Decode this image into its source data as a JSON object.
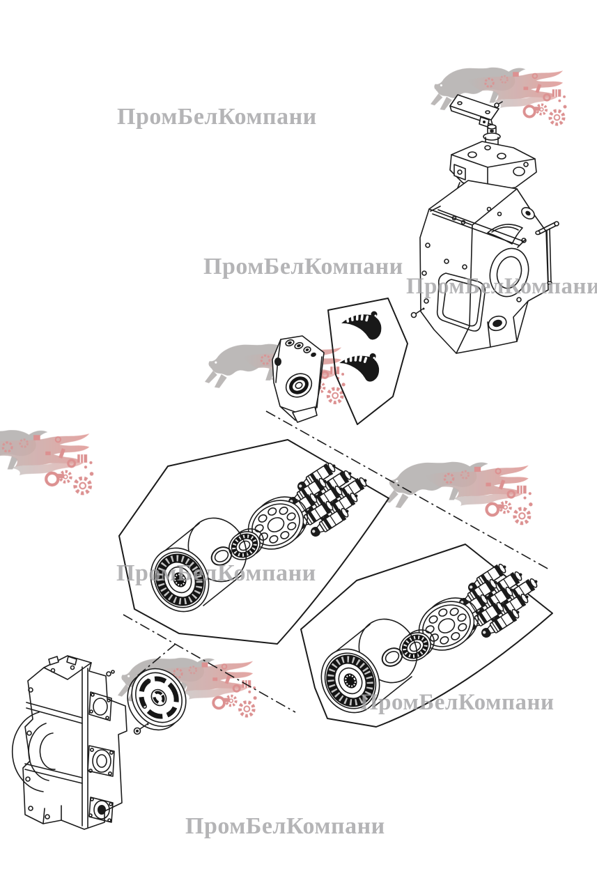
{
  "page": {
    "background": "#ffffff",
    "kind": "exploded-view-parts-diagram"
  },
  "watermark": {
    "text": "ПромБелКомпани",
    "color": "#a2a2a4",
    "occurrences": 6
  },
  "brand_logo": {
    "name": "leaping-panther-with-auto-parts",
    "body_color": "#b7b3b2",
    "accent_color": "#d98888",
    "occurrences": 5
  },
  "drawing": {
    "ink_color": "#1b1b1b",
    "parts": [
      "regulator-assembly",
      "rear-pump-housing",
      "valve-block",
      "cradle-bearing-segments",
      "rotating-group-kit-left",
      "rotating-group-kit-right",
      "cylinder-barrel",
      "o-ring",
      "spherical-washer",
      "retainer-plate",
      "piston-set",
      "front-pump-housing",
      "valve-plate",
      "plug-screw"
    ]
  }
}
